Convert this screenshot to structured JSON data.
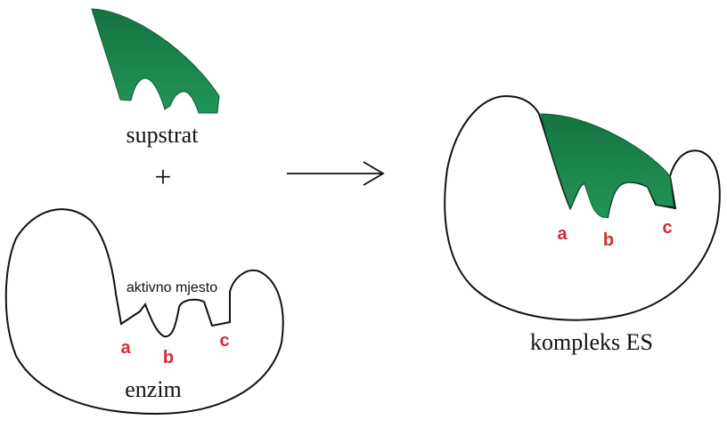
{
  "labels": {
    "substrate": "supstrat",
    "plus": "+",
    "enzyme": "enzim",
    "active_site": "aktivno mjesto",
    "complex": "kompleks ES",
    "site_a": "a",
    "site_b": "b",
    "site_c": "c"
  },
  "colors": {
    "substrate_fill": "#1e8a4c",
    "substrate_fill_dark": "#136b39",
    "site_label": "#d8283a",
    "outline": "#111111"
  }
}
